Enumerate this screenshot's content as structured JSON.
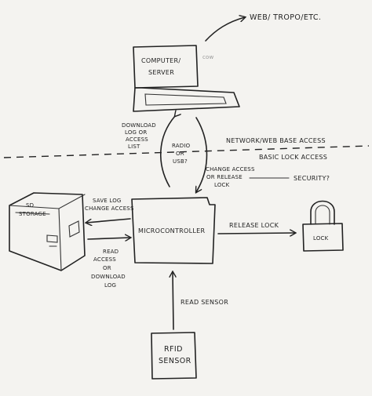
{
  "nodes": {
    "cloud": "WEB/ TROPO/ETC.",
    "computer": [
      "COMPUTER/",
      "SERVER"
    ],
    "computer_scribble": "cow",
    "microcontroller": "MICROCONTROLLER",
    "storage": [
      "SD",
      "STORAGE"
    ],
    "lock": "LOCK",
    "rfid": [
      "RFID",
      "SENSOR"
    ]
  },
  "labels": {
    "download": [
      "DOWNLOAD",
      "LOG OR",
      "ACCESS",
      "LIST"
    ],
    "radio": [
      "RADIO",
      "OR",
      "USB?"
    ],
    "network_line": "NETWORK/WEB BASE ACCESS",
    "basic_line": "BASIC LOCK ACCESS",
    "change_access": [
      "CHANGE ACCESS",
      "OR RELEASE",
      "LOCK"
    ],
    "security": "SECURITY?",
    "save_log": [
      "SAVE LOG",
      "CHANGE ACCESS"
    ],
    "read_access": [
      "READ",
      "ACCESS",
      "OR",
      "DOWNLOAD",
      "LOG"
    ],
    "release_lock": "RELEASE LOCK",
    "read_sensor": "READ SENSOR"
  }
}
